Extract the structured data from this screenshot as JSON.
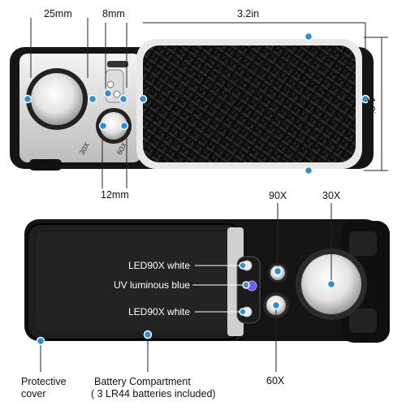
{
  "dimensions": {
    "lens_diameter": "25mm",
    "led_window_width": "8mm",
    "body_length": "3.2in",
    "body_height": "1.8in",
    "small_lens_diameter": "12mm"
  },
  "lens_marks": {
    "small_lens_mag": "60X",
    "large_lens_mag": "30X"
  },
  "callouts": {
    "mag_90x": "90X",
    "mag_30x": "30X",
    "mag_60x": "60X",
    "led_white_top": "LED90X white",
    "uv_blue": "UV luminous blue",
    "led_white_bottom": "LED90X white",
    "cover_line1": "Protective",
    "cover_line2": "cover",
    "battery_line1": "Battery Compartment",
    "battery_line2": "( 3 LR44 batteries included)"
  },
  "colors": {
    "marker_blue": "#2a8fe0",
    "body_black": "#111111",
    "led_white": "#e9eef6",
    "led_uv": "#6b5cff"
  }
}
